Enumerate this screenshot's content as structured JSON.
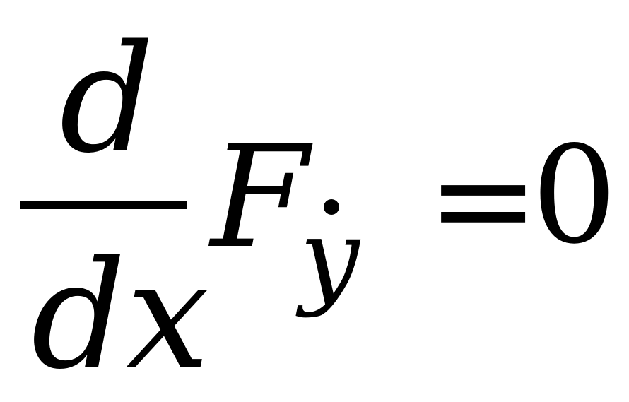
{
  "equation": {
    "numerator": "d",
    "denominator": "dx",
    "function_symbol": "F",
    "subscript_variable": "y",
    "equals_sign": "=",
    "right_side": "0"
  }
}
